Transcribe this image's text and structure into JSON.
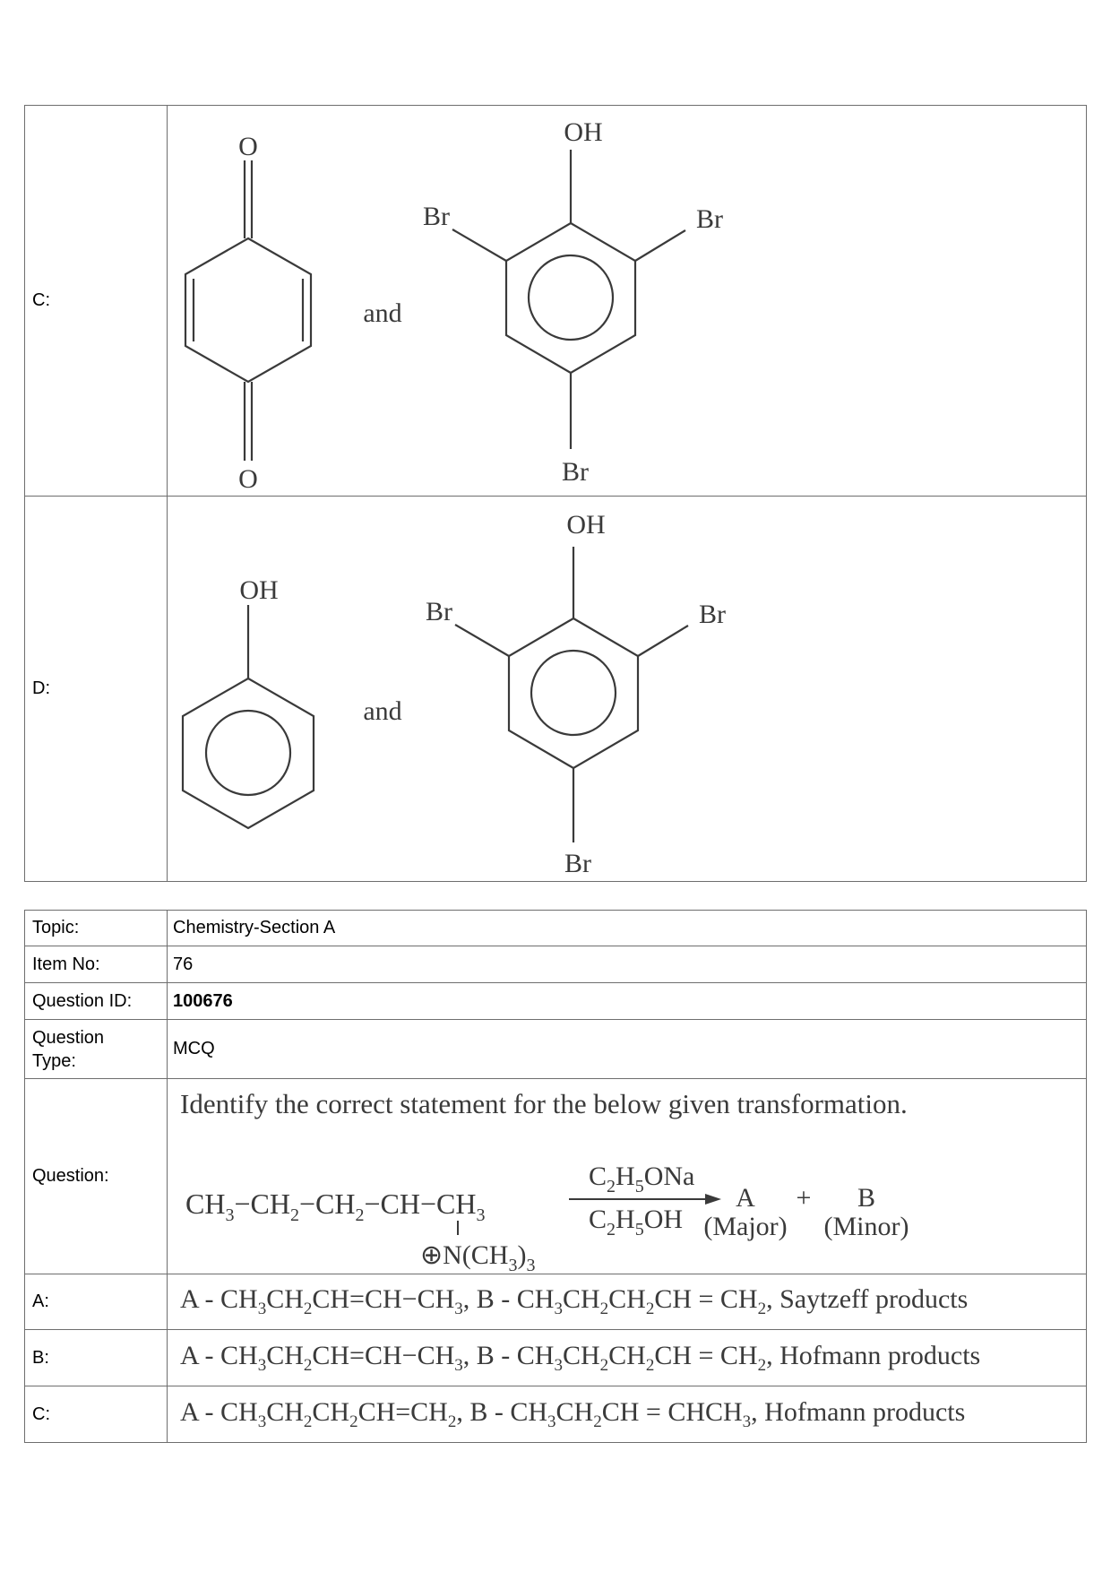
{
  "top_table": {
    "option_c": {
      "label": "C:",
      "left_atoms": {
        "o_top": "O",
        "o_bottom": "O"
      },
      "connector": "and",
      "right_atoms": {
        "oh": "OH",
        "br_left": "Br",
        "br_right": "Br",
        "br_bottom": "Br"
      }
    },
    "option_d": {
      "label": "D:",
      "left_atoms": {
        "oh": "OH"
      },
      "connector": "and",
      "right_atoms": {
        "oh": "OH",
        "br_left": "Br",
        "br_right": "Br",
        "br_bottom": "Br"
      }
    }
  },
  "meta": {
    "topic_label": "Topic:",
    "topic_value": "Chemistry-Section A",
    "item_label": "Item No:",
    "item_value": "76",
    "qid_label": "Question ID:",
    "qid_value": "100676",
    "qtype_label": "Question Type:",
    "qtype_value": "MCQ",
    "question_label": "Question:",
    "question_text": "Identify the correct statement for the below given transformation."
  },
  "reaction": {
    "reactant": "CH3−CH2−CH2−CH−CH3",
    "substituent": "⊕N(CH3)3",
    "reagent_top": "C2H5ONa",
    "reagent_bottom": "C2H5OH",
    "product_a": "A",
    "plus": "+",
    "product_b": "B",
    "a_note": "(Major)",
    "b_note": "(Minor)"
  },
  "options": [
    {
      "label": "A:",
      "text": "A - CH3CH2CH=CH−CH3, B - CH3CH2CH2CH = CH2, Saytzeff products"
    },
    {
      "label": "B:",
      "text": "A - CH3CH2CH=CH−CH3, B - CH3CH2CH2CH = CH2, Hofmann products"
    },
    {
      "label": "C:",
      "text": "A - CH3CH2CH2CH=CH2, B - CH3CH2CH = CHCH3, Hofmann products"
    }
  ]
}
